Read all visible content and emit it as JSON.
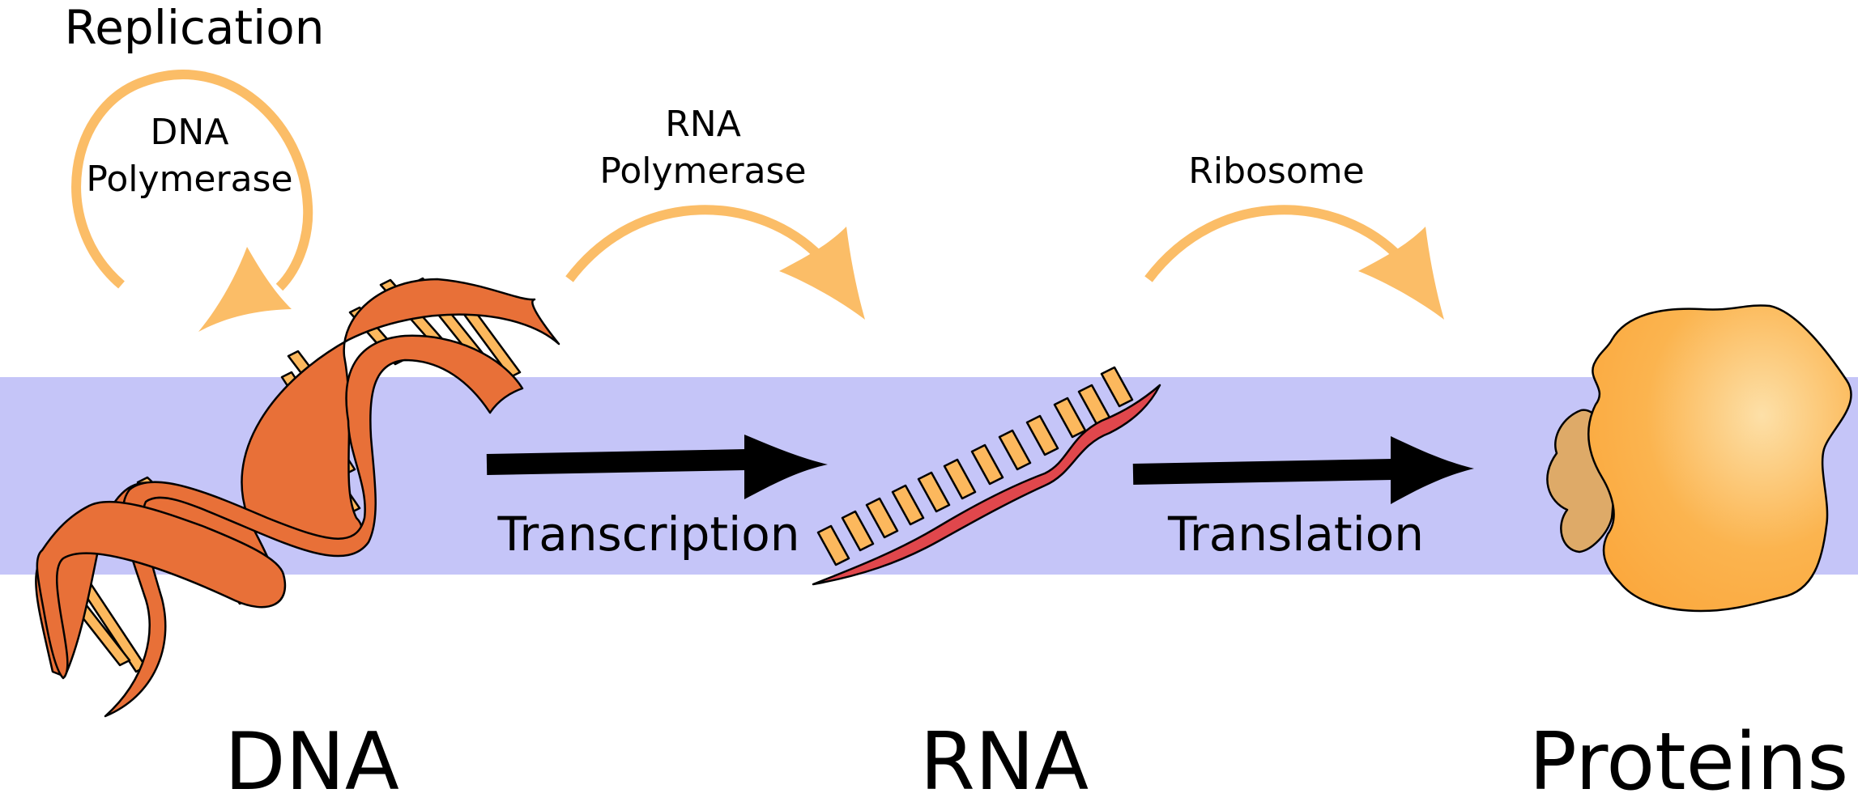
{
  "labels": {
    "replication": "Replication",
    "dna_polymerase_line1": "DNA",
    "dna_polymerase_line2": "Polymerase",
    "rna_polymerase_line1": "RNA",
    "rna_polymerase_line2": "Polymerase",
    "ribosome": "Ribosome",
    "transcription": "Transcription",
    "translation": "Translation",
    "dna": "DNA",
    "rna": "RNA",
    "proteins": "Proteins"
  },
  "colors": {
    "band": "#c5c5f8",
    "enzyme_arrow": "#fbbd67",
    "process_arrow": "#000000",
    "dna_backbone": "#e87038",
    "base_pair": "#fcb85d",
    "rna_backbone": "#e0474c",
    "protein_light": "#fde0a8",
    "protein_dark": "#fba73c",
    "protein_lobe": "#deaa68"
  },
  "icons": {
    "dna": "double-helix-icon",
    "rna": "single-strand-rna-icon",
    "protein": "folded-protein-icon"
  }
}
